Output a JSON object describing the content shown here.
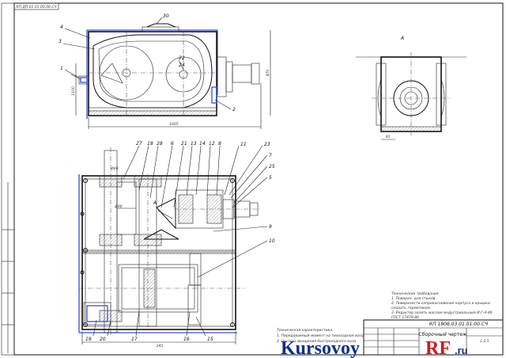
{
  "title_block": {
    "doc_code": "КП 1906.03.01.01.00.СЧ",
    "stamp_code": "КП.ДП.01.01.00.00.СЧ",
    "drawing_name": "Сборочный чертеж",
    "sheet": "1:2,5"
  },
  "views": {
    "section_label": "А",
    "side_view_label": "А"
  },
  "notes": {
    "tech_title": "Технические требования",
    "tech_lines": [
      "1. Поверхн. для стыков",
      "2. Поверхности соприкосновения корпуса и крышки",
      "смазать герметиком",
      "3. Редуктор залить маслом индустриальным И-Г-А-46",
      "ГОСТ 17479-86"
    ],
    "char_title": "Техническая характеристика",
    "char_lines": [
      "1. Передаваемый момент на тихоходном валу",
      "2. Частота вращения быстроходного вала"
    ]
  },
  "dimensions": {
    "top_width": "1605",
    "top_height": "470",
    "left_height": "1100",
    "bottom_width": "243",
    "side_width": "81",
    "bore_label": "ф90",
    "shaft_label": "ф60"
  },
  "callouts_top": [
    "30",
    "4",
    "3",
    "1",
    "22",
    "24",
    "2"
  ],
  "callouts_plan_top": [
    "27",
    "18",
    "28",
    "6",
    "21",
    "13",
    "14",
    "12",
    "8",
    "11",
    "23"
  ],
  "callouts_plan_right": [
    "7",
    "25",
    "5",
    "9",
    "10"
  ],
  "callouts_plan_bottom": [
    "19",
    "20",
    "17",
    "16",
    "15"
  ],
  "watermark": {
    "brand_a": "Kursovoy",
    "brand_b": "RF",
    "tld": ".ru"
  }
}
